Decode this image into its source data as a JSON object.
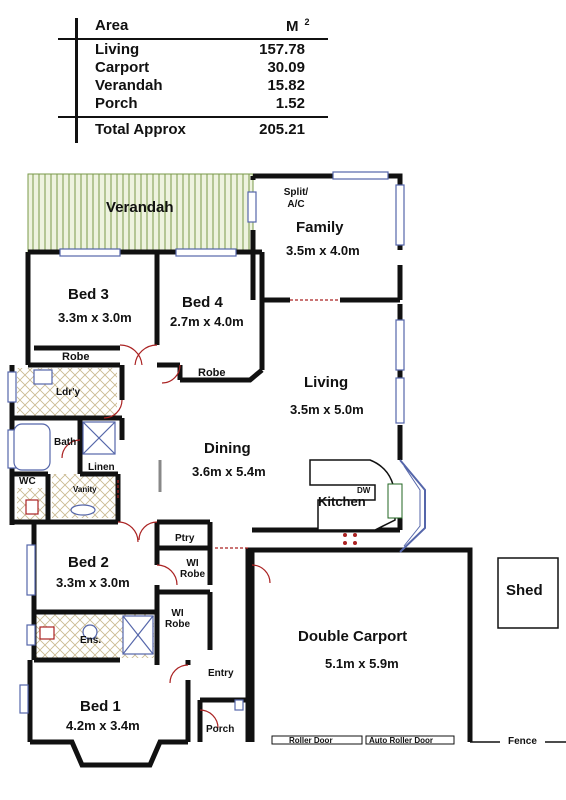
{
  "area_table": {
    "header_label": "Area",
    "header_unit": "M",
    "header_unit_sup": "2",
    "rows": [
      {
        "label": "Living",
        "value": "157.78"
      },
      {
        "label": "Carport",
        "value": "30.09"
      },
      {
        "label": "Verandah",
        "value": "15.82"
      },
      {
        "label": "Porch",
        "value": "1.52"
      }
    ],
    "total_label": "Total Approx",
    "total_value": "205.21"
  },
  "rooms": {
    "verandah": "Verandah",
    "split_ac_line1": "Split/",
    "split_ac_line2": "A/C",
    "family": "Family",
    "family_dim": "3.5m x 4.0m",
    "bed3": "Bed 3",
    "bed3_dim": "3.3m x 3.0m",
    "bed4": "Bed 4",
    "bed4_dim": "2.7m x 4.0m",
    "robe_bed3": "Robe",
    "robe_bed4": "Robe",
    "living": "Living",
    "living_dim": "3.5m x 5.0m",
    "laundry": "Ldr'y",
    "bath": "Bath",
    "linen": "Linen",
    "wc": "WC",
    "vanity": "Vanity",
    "dining": "Dining",
    "dining_dim": "3.6m x 5.4m",
    "dw": "DW",
    "kitchen": "Kitchen",
    "pantry": "Ptry",
    "wi_robe_bed2_line1": "WI",
    "wi_robe_bed2_line2": "Robe",
    "bed2": "Bed 2",
    "bed2_dim": "3.3m x 3.0m",
    "shed": "Shed",
    "double_carport": "Double Carport",
    "carport_dim": "5.1m x 5.9m",
    "wi_robe_bed1_line1": "WI",
    "wi_robe_bed1_line2": "Robe",
    "ensuite": "Ens.",
    "entry": "Entry",
    "bed1": "Bed 1",
    "bed1_dim": "4.2m x 3.4m",
    "porch": "Porch",
    "roller_door": "Roller Door",
    "auto_roller_door": "Auto Roller Door",
    "fence": "Fence"
  },
  "colors": {
    "wall": "#111111",
    "verandah_fill": "#eef3df",
    "verandah_hatch": "#7a9a4a",
    "window": "#5566aa",
    "door": "#aa2222",
    "tile": "#c9b98f"
  }
}
